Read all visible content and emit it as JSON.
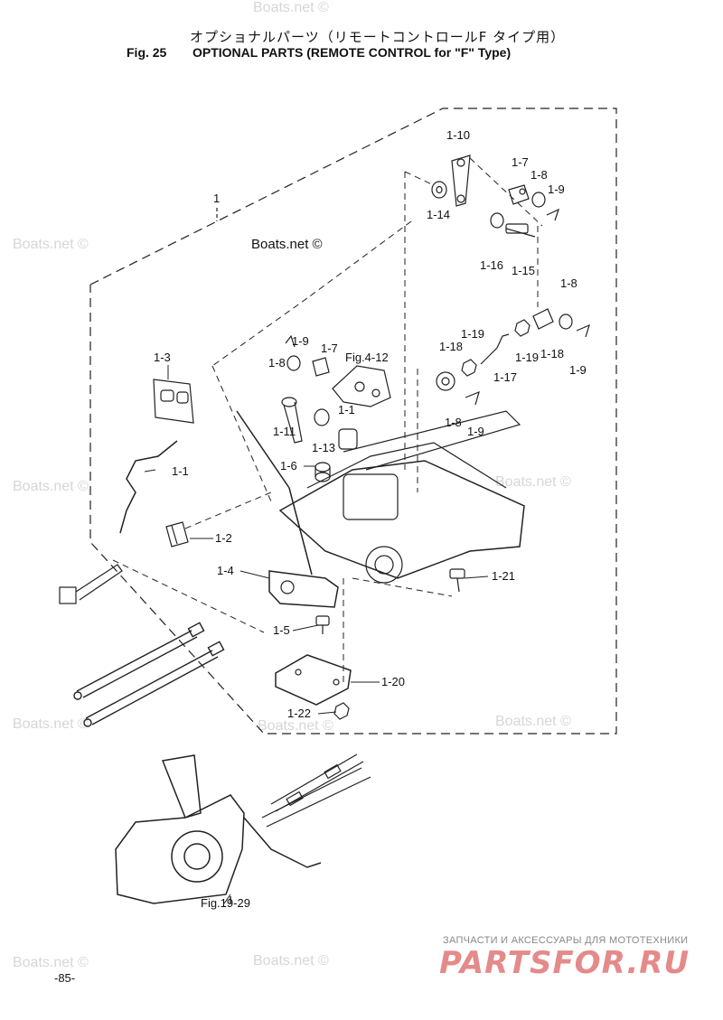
{
  "header": {
    "title_jp": "オプショナルパーツ（リモートコントロールF タイプ用）",
    "fig_number": "Fig. 25",
    "title_en": "OPTIONAL PARTS (REMOTE CONTROL for \"F\" Type)"
  },
  "watermark": "Boats.net ©",
  "callouts": {
    "assembly": "1",
    "p1_10": "1-10",
    "p1_7a": "1-7",
    "p1_8a": "1-8",
    "p1_9a": "1-9",
    "p1_14": "1-14",
    "p1_16": "1-16",
    "p1_15": "1-15",
    "p1_8b": "1-8",
    "p1_3": "1-3",
    "p1_9b": "1-9",
    "p1_8c": "1-8",
    "p1_7b": "1-7",
    "ref_4_12": "Fig.4-12",
    "p1_19a": "1-19",
    "p1_18a": "1-18",
    "p1_17": "1-17",
    "p1_19b": "1-19",
    "p1_18b": "1-18",
    "p1_9c": "1-9",
    "p1_1a": "1-1",
    "p1_11": "1-11",
    "p1_13": "1-13",
    "p1_8d": "1-8",
    "p1_9d": "1-9",
    "p1_1b": "1-1",
    "p1_6": "1-6",
    "p1_2": "1-2",
    "p1_4": "1-4",
    "p1_21": "1-21",
    "p1_5": "1-5",
    "p1_20": "1-20",
    "p1_22": "1-22",
    "ref_19_29": "Fig.19-29"
  },
  "footer": {
    "page_number": "-85-",
    "shop_tagline": "ЗАПЧАСТИ И АКСЕССУАРЫ ДЛЯ МОТОТЕХНИКИ",
    "shop_logo": "PARTSFOR.RU"
  }
}
